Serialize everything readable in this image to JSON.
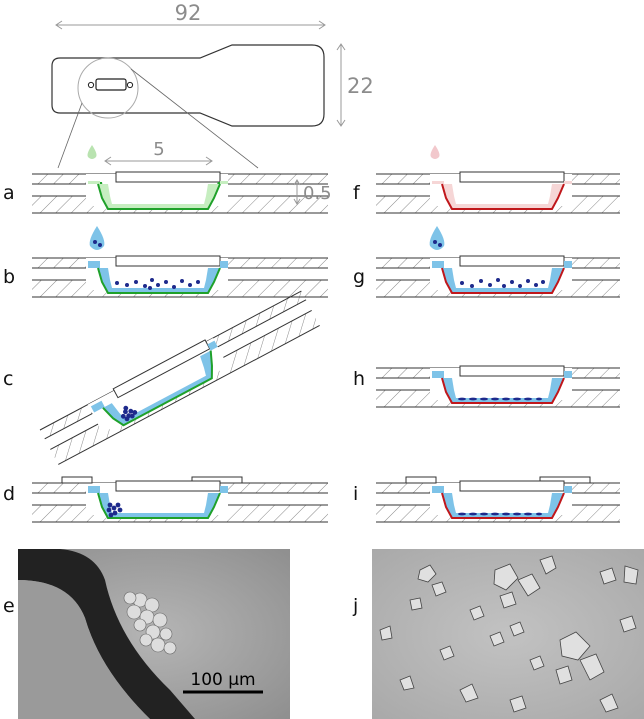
{
  "dimensions": {
    "length": "92",
    "width": "22",
    "channel_length": "5",
    "depth": "0.5"
  },
  "panels": {
    "a": "a",
    "b": "b",
    "c": "c",
    "d": "d",
    "e": "e",
    "f": "f",
    "g": "g",
    "h": "h",
    "i": "i",
    "j": "j"
  },
  "scale_bar": "100 µm",
  "colors": {
    "green_outline": "#1fa12a",
    "green_fill": "#c6eec0",
    "red_outline": "#c0171b",
    "red_fill": "#f6d6d6",
    "medium_blue": "#7ec3e8",
    "cell_blue": "#1e2a8c",
    "green_drop": "#b9e3b0",
    "pink_drop": "#f2c8cc"
  }
}
